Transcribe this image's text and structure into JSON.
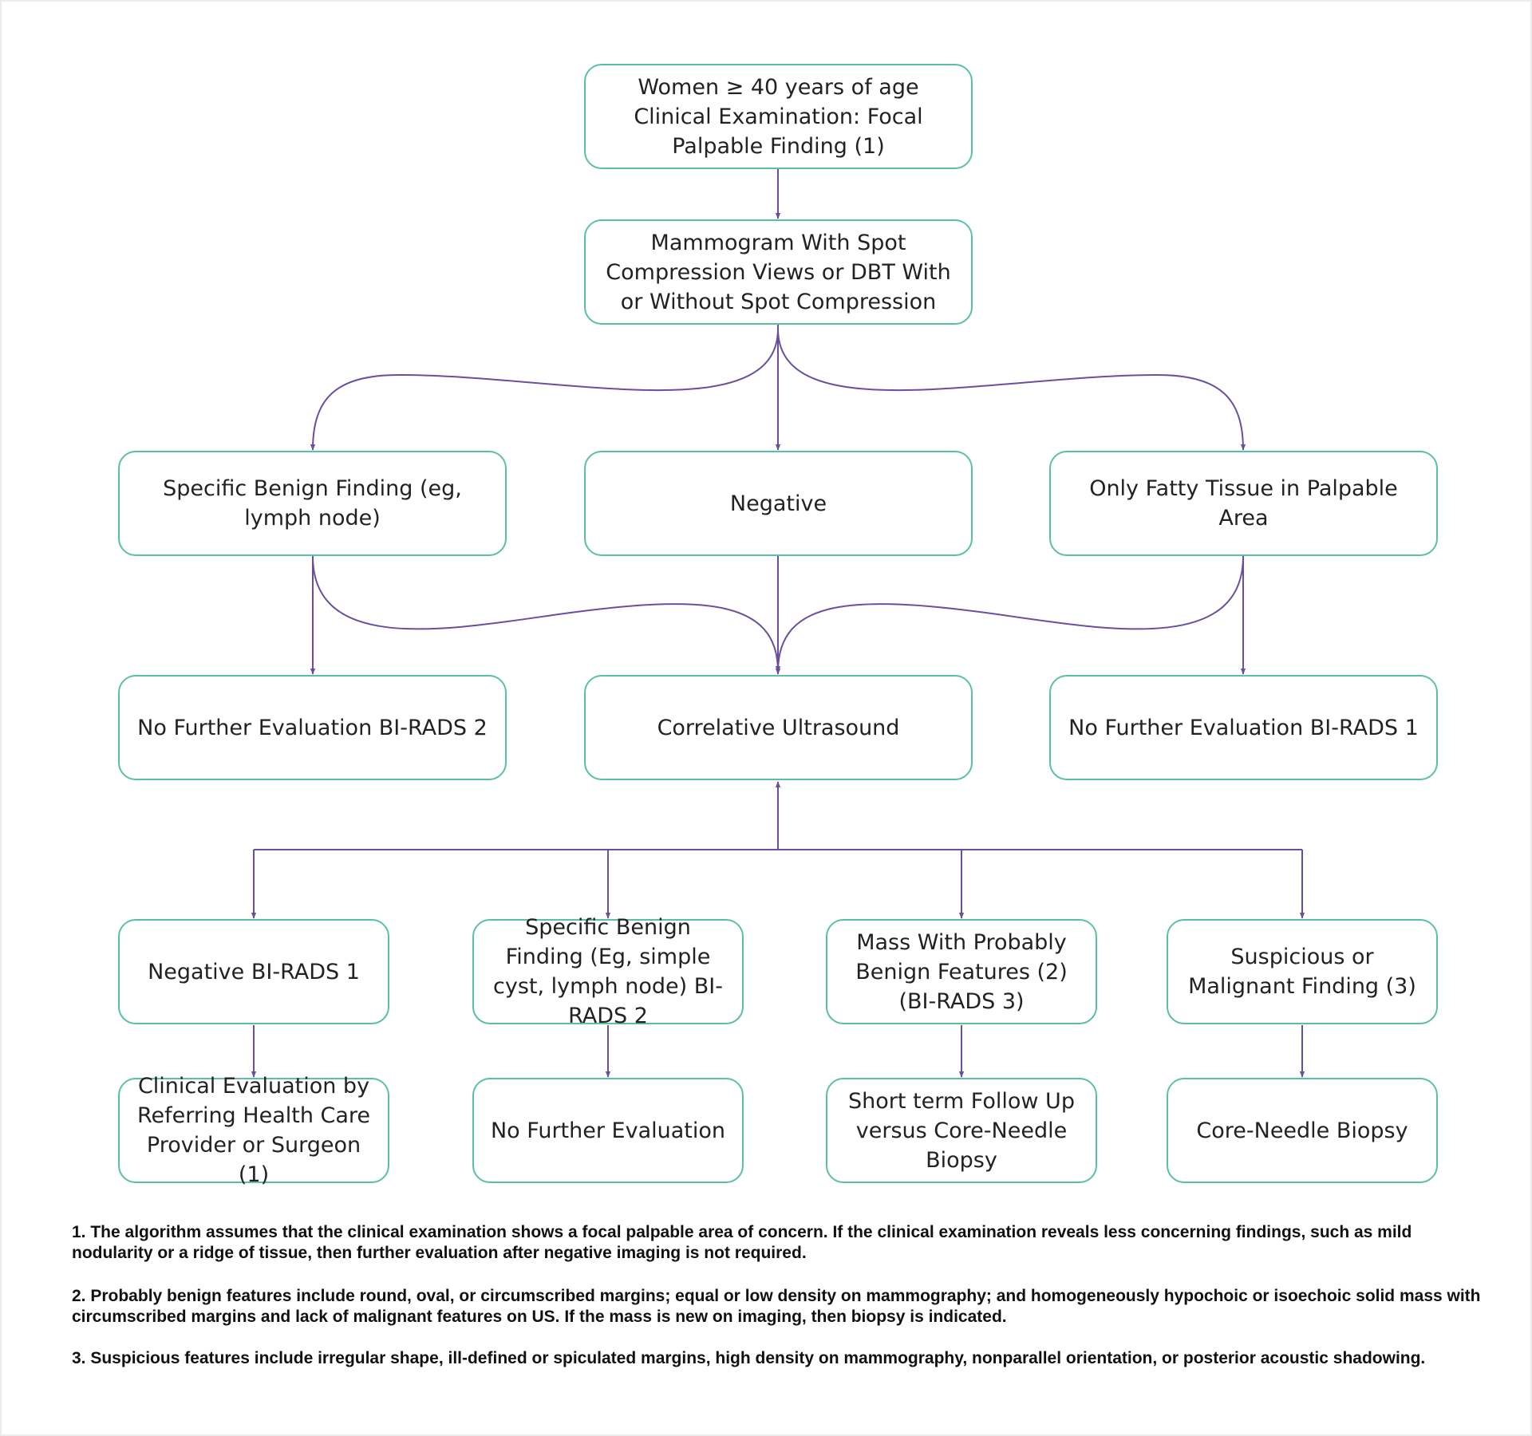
{
  "colors": {
    "node_border": "#5bbfa8",
    "connector": "#6b4f9e",
    "text": "#222222"
  },
  "nodes": {
    "start": "Women ≥ 40 years of age Clinical Examination: Focal Palpable Finding (1)",
    "mammogram": "Mammogram With Spot Compression Views or DBT With or Without Spot Compression",
    "specific_benign": "Specific Benign Finding (eg, lymph node)",
    "negative": "Negative",
    "fatty": "Only Fatty Tissue in Palpable Area",
    "no_further_birads2": "No Further Evaluation BI-RADS 2",
    "correlative_us": "Correlative Ultrasound",
    "no_further_birads1": "No Further Evaluation BI-RADS 1",
    "negative_birads1": "Negative BI-RADS 1",
    "us_specific_benign": "Specific Benign Finding (Eg, simple cyst, lymph node) BI-RADS 2",
    "probably_benign": "Mass With Probably Benign Features (2) (BI-RADS 3)",
    "suspicious": "Suspicious or Malignant Finding (3)",
    "clinical_eval": "Clinical Evaluation by Referring Health Care Provider or Surgeon (1)",
    "no_further_eval": "No Further Evaluation",
    "short_term": "Short term Follow Up versus Core-Needle Biopsy",
    "core_biopsy": "Core-Needle Biopsy"
  },
  "footnotes": [
    "1. The algorithm assumes that the clinical examination shows a focal palpable area of concern. If the clinical examination reveals less concerning findings, such as mild nodularity or a ridge of tissue, then further evaluation after negative imaging is not required.",
    "2. Probably benign features include round, oval, or circumscribed margins; equal or low density on mammography; and homogeneously hypochoic or isoechoic solid mass with circumscribed margins and lack of malignant features on US. If the mass is new on imaging, then biopsy is indicated.",
    "3. Suspicious features include irregular shape, ill-defined or spiculated margins, high density on mammography, nonparallel orientation, or posterior acoustic shadowing."
  ]
}
